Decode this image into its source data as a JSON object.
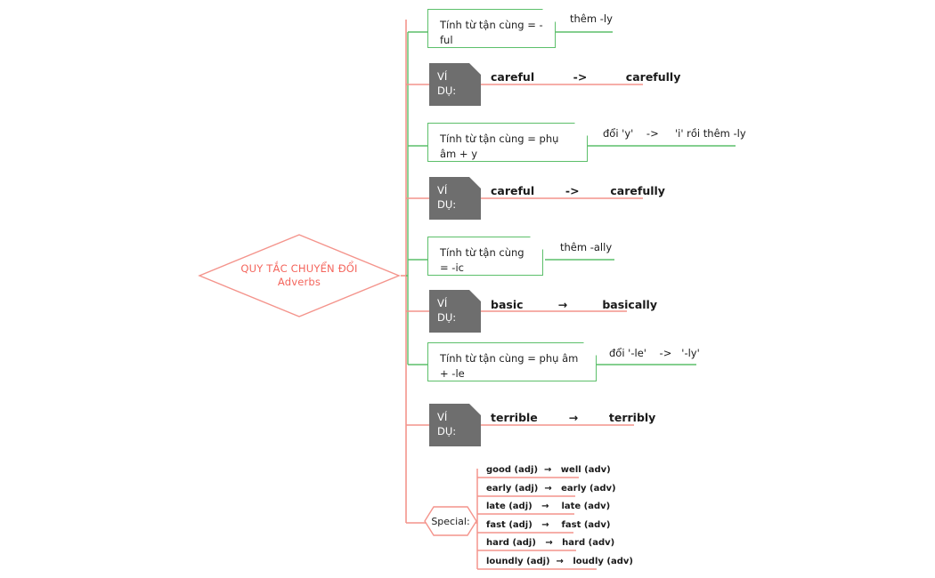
{
  "center": {
    "title": "QUY TẮC CHUYỂN ĐỔI",
    "subtitle": "Adverbs"
  },
  "colors": {
    "green": "#5cbf6a",
    "salmon": "#f4948c",
    "red": "#f4655c",
    "gray_box": "#6e6e6e",
    "text": "#1a1a1a"
  },
  "example_badge": {
    "line1": "VÍ",
    "line2": "DỤ:"
  },
  "branches": [
    {
      "rule_text": "Tính từ tận cùng =  -ful",
      "rule_result": "thêm -ly",
      "example": "careful          ->          carefully"
    },
    {
      "rule_text": "Tính từ tận cùng = phụ âm + y",
      "rule_result": "đổi 'y'    ->     'i' rồi thêm -ly",
      "example": "careful        ->        carefully"
    },
    {
      "rule_text": "Tính từ tận cùng = -ic",
      "rule_result": "thêm -ally",
      "example": "basic         →         basically"
    },
    {
      "rule_text": "Tính từ tận cùng = phụ âm + -le",
      "rule_result": "đổi '-le'    ->   '-ly'",
      "example": "terrible        →        terribly"
    }
  ],
  "special": {
    "label": "Special:",
    "items": [
      "good (adj)  →   well (adv)",
      "early (adj)  →   early (adv)",
      "late (adj)   →    late (adv)",
      "fast (adj)   →    fast (adv)",
      "hard (adj)   →   hard (adv)",
      "loundly (adj)  →   loudly (adv)"
    ]
  }
}
